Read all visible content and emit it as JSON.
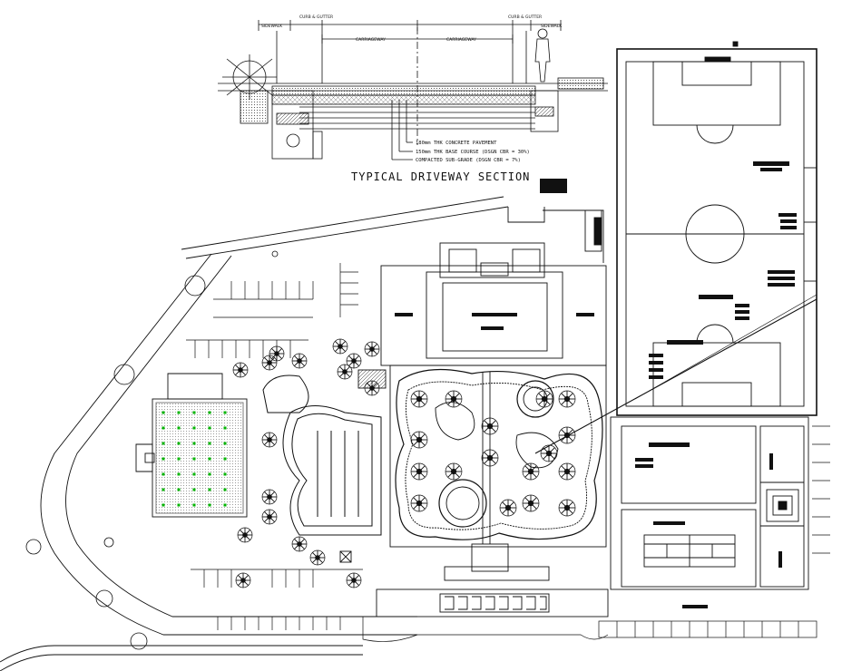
{
  "title": "TYPICAL DRIVEWAY SECTION",
  "section_notes": [
    "180mm THK CONCRETE PAVEMENT",
    "150mm THK BASE COURSE (DSGN CBR = 30%)",
    "COMPACTED SUB-GRADE (DSGN CBR = 7%)"
  ],
  "dimension_labels": {
    "left_sidewalk": "SIDEWALK",
    "right_sidewalk": "SIDEWALK",
    "left_curb": "CURB & GUTTER",
    "right_curb": "CURB & GUTTER",
    "left_carriageway": "CARRIAGEWAY",
    "right_carriageway": "CARRIAGEWAY"
  },
  "colors": {
    "line": "#111111",
    "marker": "#00b400",
    "accent_marker": "#d4a000"
  }
}
